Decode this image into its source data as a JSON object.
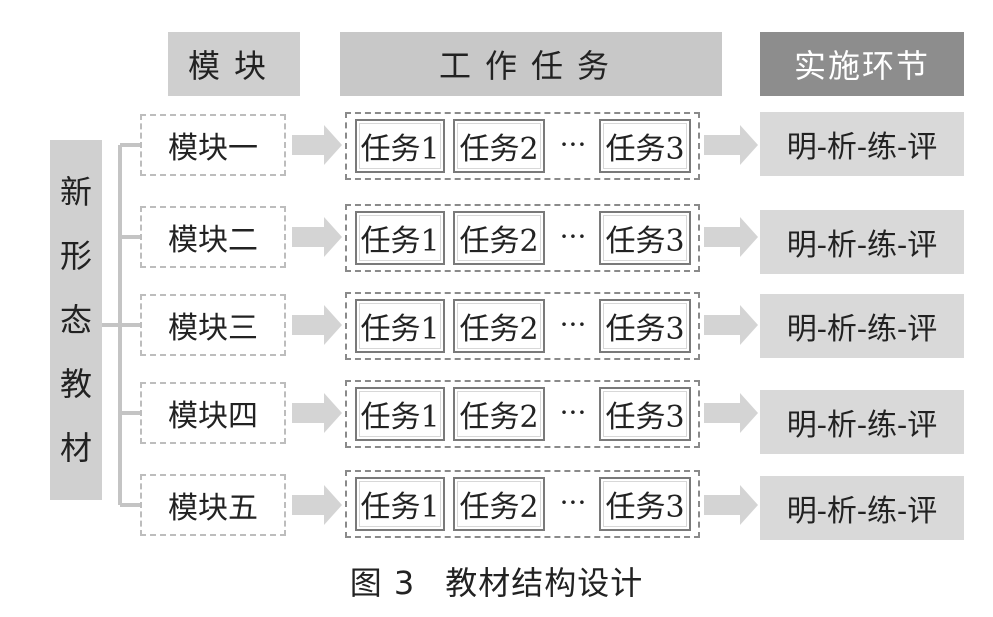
{
  "headers": {
    "module": "模块",
    "tasks": "工作任务",
    "implementation": "实施环节"
  },
  "root": {
    "chars": [
      "新",
      "形",
      "态",
      "教",
      "材"
    ]
  },
  "rows": [
    {
      "module": "模块一",
      "tasks": [
        "任务1",
        "任务2",
        "任务3"
      ],
      "ellipsis": "···",
      "implementation": "明-析-练-评"
    },
    {
      "module": "模块二",
      "tasks": [
        "任务1",
        "任务2",
        "任务3"
      ],
      "ellipsis": "···",
      "implementation": "明-析-练-评"
    },
    {
      "module": "模块三",
      "tasks": [
        "任务1",
        "任务2",
        "任务3"
      ],
      "ellipsis": "···",
      "implementation": "明-析-练-评"
    },
    {
      "module": "模块四",
      "tasks": [
        "任务1",
        "任务2",
        "任务3"
      ],
      "ellipsis": "···",
      "implementation": "明-析-练-评"
    },
    {
      "module": "模块五",
      "tasks": [
        "任务1",
        "任务2",
        "任务3"
      ],
      "ellipsis": "···",
      "implementation": "明-析-练-评"
    }
  ],
  "caption": {
    "figure": "图 3",
    "title": "教材结构设计"
  },
  "colors": {
    "header_light": "#cfcfcf",
    "header_dark": "#8d8d8d",
    "impl_box": "#d9d9d9",
    "arrow": "#d4d4d4"
  }
}
